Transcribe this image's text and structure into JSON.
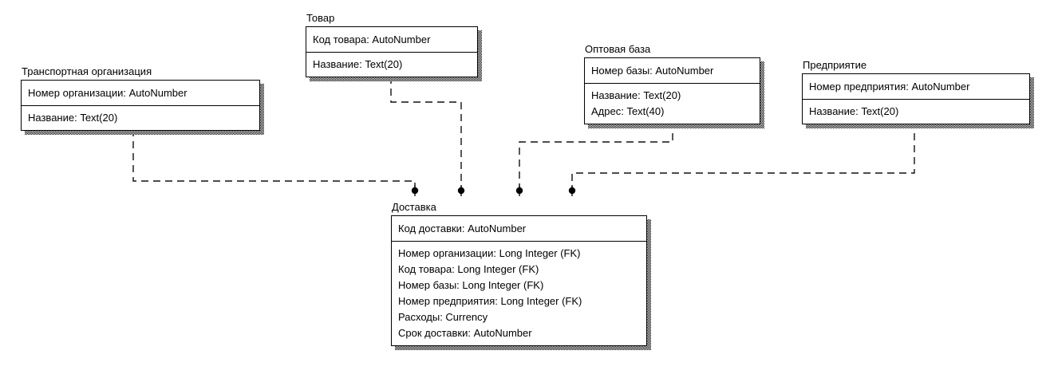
{
  "diagram": {
    "type": "entity-relationship-diagram",
    "notation": "IDEF1X",
    "colors": {
      "background": "#ffffff",
      "entity_fill": "#ffffff",
      "entity_border": "#000000",
      "relationship_line": "#111111",
      "child_end_marker": "#000000",
      "text": "#000000"
    },
    "entities": [
      {
        "name": "Транспортная организация",
        "primary_key": "Номер организации: AutoNumber",
        "attributes": [
          "Название: Text(20)"
        ]
      },
      {
        "name": "Товар",
        "primary_key": "Код товара: AutoNumber",
        "attributes": [
          "Название: Text(20)"
        ]
      },
      {
        "name": "Оптовая база",
        "primary_key": "Номер базы: AutoNumber",
        "attributes": [
          "Название: Text(20)",
          "Адрес: Text(40)"
        ]
      },
      {
        "name": "Предприятие",
        "primary_key": "Номер предприятия: AutoNumber",
        "attributes": [
          "Название: Text(20)"
        ]
      },
      {
        "name": "Доставка",
        "primary_key": "Код доставки: AutoNumber",
        "attributes": [
          "Номер организации: Long Integer (FK)",
          "Код товара: Long Integer (FK)",
          "Номер базы: Long Integer (FK)",
          "Номер предприятия: Long Integer (FK)",
          "Расходы: Currency",
          "Срок доставки: AutoNumber"
        ]
      }
    ],
    "relationships": [
      {
        "from": "Транспортная организация",
        "to": "Доставка",
        "line_style": "dashed",
        "child_end_marker": "filled-circle"
      },
      {
        "from": "Товар",
        "to": "Доставка",
        "line_style": "dashed",
        "child_end_marker": "filled-circle"
      },
      {
        "from": "Оптовая база",
        "to": "Доставка",
        "line_style": "dashed",
        "child_end_marker": "filled-circle"
      },
      {
        "from": "Предприятие",
        "to": "Доставка",
        "line_style": "dashed",
        "child_end_marker": "filled-circle"
      }
    ]
  }
}
